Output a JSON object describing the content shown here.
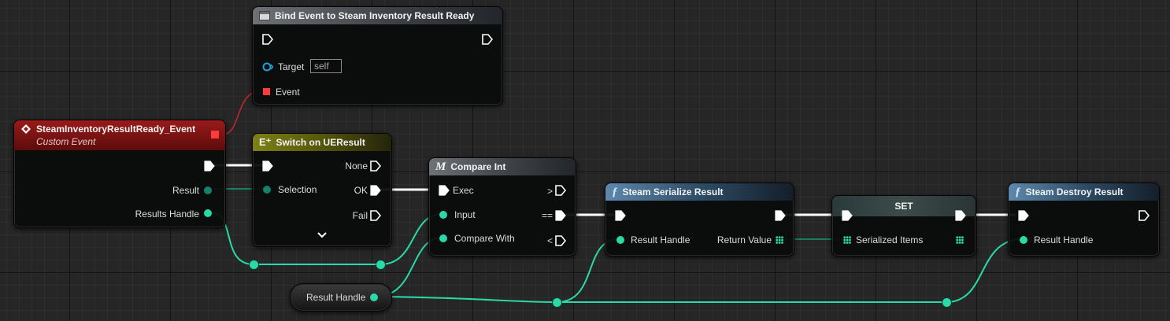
{
  "bind_event": {
    "title": "Bind Event to Steam Inventory Result Ready",
    "target_label": "Target",
    "target_value": "self",
    "event_label": "Event"
  },
  "custom_event": {
    "title": "SteamInventoryResultReady_Event",
    "subtitle": "Custom Event",
    "result_label": "Result",
    "results_handle_label": "Results Handle"
  },
  "switch_node": {
    "title": "Switch on UEResult",
    "selection_label": "Selection",
    "none_label": "None",
    "ok_label": "OK",
    "fail_label": "Fail"
  },
  "compare_int": {
    "title": "Compare Int",
    "exec_label": "Exec",
    "input_label": "Input",
    "compare_with_label": "Compare With",
    "gt_label": ">",
    "eq_label": "==",
    "lt_label": "<"
  },
  "serialize": {
    "title": "Steam Serialize Result",
    "result_handle_label": "Result Handle",
    "return_value_label": "Return Value"
  },
  "set_node": {
    "title": "SET",
    "serialized_items_label": "Serialized Items"
  },
  "destroy": {
    "title": "Steam Destroy Result",
    "result_handle_label": "Result Handle"
  },
  "variable": {
    "label": "Result Handle"
  },
  "colors": {
    "exec": "#ffffff",
    "int_pin": "#2ad9a8",
    "enum_pin": "#15826a",
    "delegate": "#ff3c3c",
    "object_pin": "#1ea3d9"
  }
}
